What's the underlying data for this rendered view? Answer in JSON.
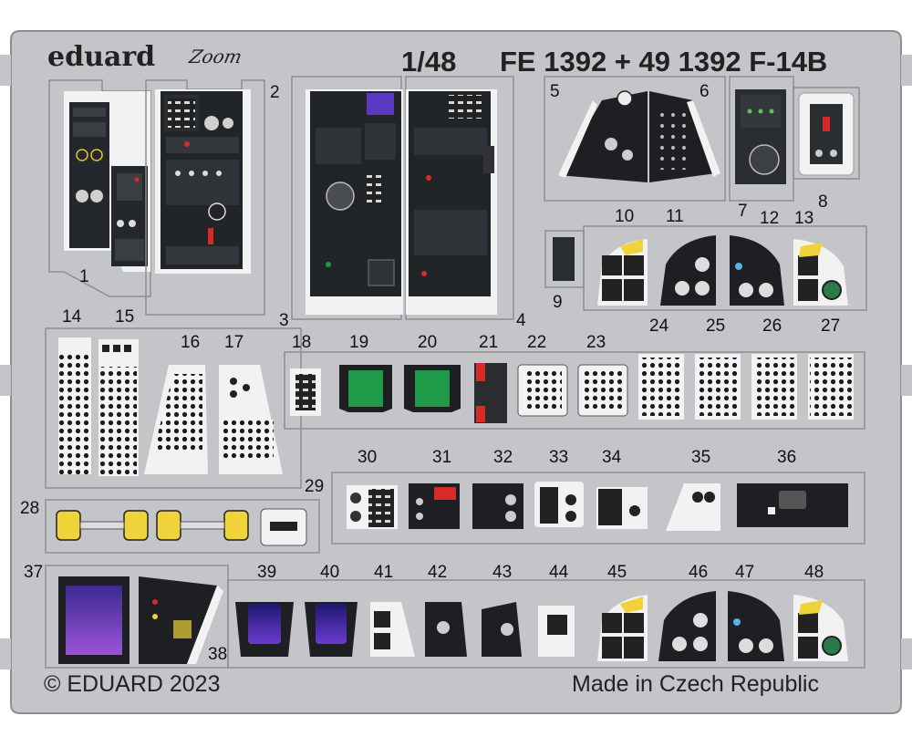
{
  "header": {
    "brand": "eduard",
    "brand_sub": "Zoom",
    "scale": "1/48",
    "product": "FE 1392 + 49 1392 F-14B"
  },
  "footer": {
    "copyright": "© EDUARD 2023",
    "origin": "Made in Czech Republic"
  },
  "part_numbers": [
    "1",
    "2",
    "3",
    "4",
    "5",
    "6",
    "7",
    "8",
    "9",
    "10",
    "11",
    "12",
    "13",
    "14",
    "15",
    "16",
    "17",
    "18",
    "19",
    "20",
    "21",
    "22",
    "23",
    "24",
    "25",
    "26",
    "27",
    "28",
    "29",
    "30",
    "31",
    "32",
    "33",
    "34",
    "35",
    "36",
    "37",
    "38",
    "39",
    "40",
    "41",
    "42",
    "43",
    "44",
    "45",
    "46",
    "47",
    "48"
  ],
  "colors": {
    "fret": "#c3c5c8",
    "fret_edge": "#8c8e91",
    "panel_black": "#1d1f22",
    "panel_white": "#f2f2f2",
    "screen_green": "#1f9a48",
    "screen_purple": "#7a3fc9",
    "warning_yellow": "#f0d23a",
    "warning_red": "#d92a2a"
  }
}
